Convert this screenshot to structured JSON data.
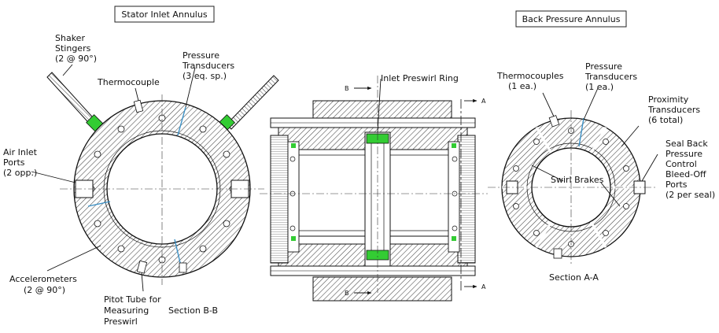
{
  "titles": {
    "stator_inlet": "Stator Inlet Annulus",
    "back_pressure": "Back Pressure Annulus"
  },
  "left_view": {
    "shaker_stingers": [
      "Shaker",
      "Stingers",
      "(2 @ 90°)"
    ],
    "thermocouple": "Thermocouple",
    "pressure_transducers": [
      "Pressure",
      "Transducers",
      "(3 eq. sp.)"
    ],
    "air_inlet_ports": [
      "Air Inlet",
      "Ports",
      "(2 opp.)"
    ],
    "accelerometers": [
      "Accelerometers",
      "(2 @ 90°)"
    ],
    "pitot_tube": [
      "Pitot Tube for",
      "Measuring",
      "Preswirl"
    ],
    "section": "Section B-B"
  },
  "middle_view": {
    "inlet_preswirl_ring": "Inlet Preswirl Ring",
    "cut_b": "B",
    "cut_a": "A"
  },
  "right_view": {
    "thermocouples": [
      "Thermocouples",
      "(1 ea.)"
    ],
    "pressure_transducers": [
      "Pressure",
      "Transducers",
      "(1 ea.)"
    ],
    "proximity_transducers": [
      "Proximity",
      "Transducers",
      "(6 total)"
    ],
    "swirl_brakes": "Swirl Brakes",
    "seal_back_pressure": [
      "Seal Back",
      "Pressure",
      "Control",
      "Bleed-Off",
      "Ports",
      "(2 per seal)"
    ],
    "section": "Section A-A"
  },
  "colors": {
    "hatch": "#444444",
    "sensor_green": "#33cc33",
    "sensor_blue": "#3a8fc4",
    "outline": "#111111",
    "background": "#ffffff"
  }
}
